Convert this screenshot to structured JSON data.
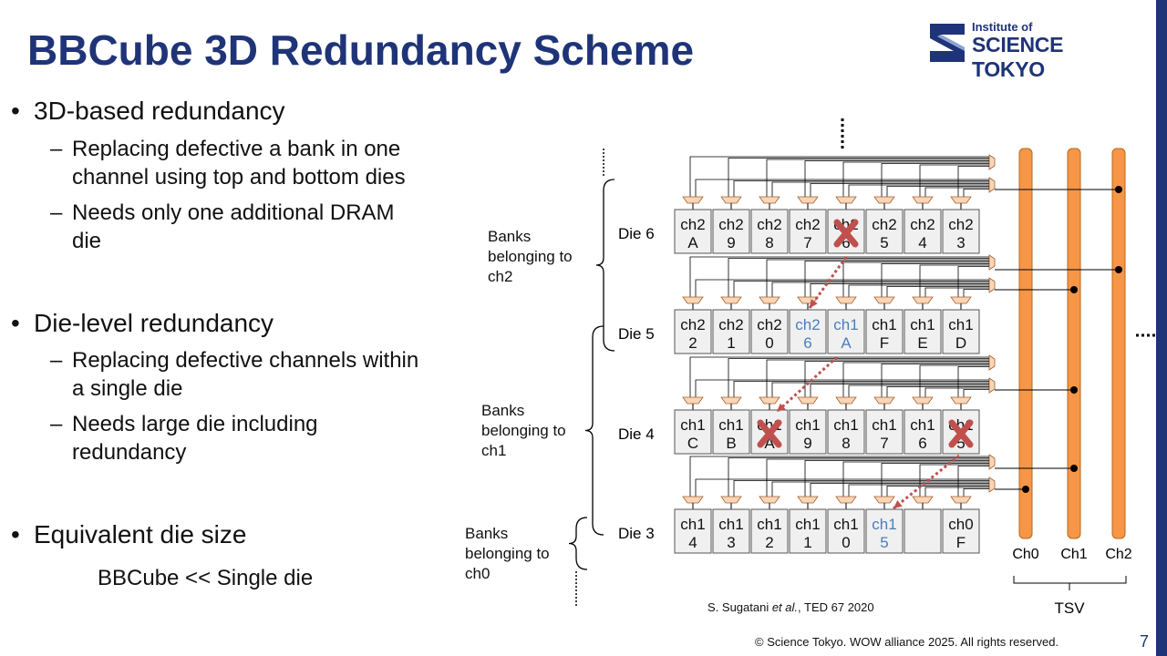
{
  "title": "BBCube 3D Redundancy Scheme",
  "logo": {
    "line1": "Institute of",
    "line2": "SCIENCE TOKYO"
  },
  "bullets": [
    {
      "text": "3D-based redundancy",
      "subs": [
        [
          "Replacing defective a bank in one",
          "channel using top and bottom dies"
        ],
        [
          "Needs only one additional DRAM",
          "die"
        ]
      ]
    },
    {
      "text": "Die-level redundancy",
      "subs": [
        [
          "Replacing defective channels within",
          "a single die"
        ],
        [
          "Needs large die including",
          "redundancy"
        ]
      ]
    },
    {
      "text": "Equivalent die size",
      "note": "BBCube << Single die"
    }
  ],
  "diagram": {
    "dies": [
      {
        "label": "Die 6",
        "banks": [
          [
            "ch2",
            "A"
          ],
          [
            "ch2",
            "9"
          ],
          [
            "ch2",
            "8"
          ],
          [
            "ch2",
            "7"
          ],
          [
            "ch2",
            "6"
          ],
          [
            "ch2",
            "5"
          ],
          [
            "ch2",
            "4"
          ],
          [
            "ch2",
            "3"
          ]
        ]
      },
      {
        "label": "Die 5",
        "banks": [
          [
            "ch2",
            "2"
          ],
          [
            "ch2",
            "1"
          ],
          [
            "ch2",
            "0"
          ],
          [
            "ch2",
            "6"
          ],
          [
            "ch1",
            "A"
          ],
          [
            "ch1",
            "F"
          ],
          [
            "ch1",
            "E"
          ],
          [
            "ch1",
            "D"
          ]
        ]
      },
      {
        "label": "Die 4",
        "banks": [
          [
            "ch1",
            "C"
          ],
          [
            "ch1",
            "B"
          ],
          [
            "ch1",
            "A"
          ],
          [
            "ch1",
            "9"
          ],
          [
            "ch1",
            "8"
          ],
          [
            "ch1",
            "7"
          ],
          [
            "ch1",
            "6"
          ],
          [
            "ch1",
            "5"
          ]
        ]
      },
      {
        "label": "Die 3",
        "banks": [
          [
            "ch1",
            "4"
          ],
          [
            "ch1",
            "3"
          ],
          [
            "ch1",
            "2"
          ],
          [
            "ch1",
            "1"
          ],
          [
            "ch1",
            "0"
          ],
          [
            "ch1",
            "5"
          ],
          [
            "",
            ""
          ],
          [
            "ch0",
            "F"
          ]
        ]
      }
    ],
    "defective": [
      [
        0,
        4
      ],
      [
        2,
        2
      ],
      [
        2,
        7
      ]
    ],
    "replacement": [
      [
        1,
        3
      ],
      [
        1,
        4
      ],
      [
        3,
        5
      ]
    ],
    "groups": [
      [
        "Banks",
        "belonging to",
        "ch2"
      ],
      [
        "Banks",
        "belonging to",
        "ch1"
      ],
      [
        "Banks",
        "belonging to",
        "ch0"
      ]
    ],
    "tsv": [
      "Ch0",
      "Ch1",
      "Ch2"
    ],
    "tsv_label": "TSV",
    "colors": {
      "bank": "#f0f0f0",
      "repl": "#4a7ebb",
      "defect": "#c0504d",
      "tsv": "#f79646",
      "mux": "#fbd5b5"
    }
  },
  "citation": {
    "authors": "S. Sugatani ",
    "etal": "et al.",
    "rest": ", TED 67 2020"
  },
  "copyright": "© Science Tokyo. WOW alliance 2025. All rights reserved.",
  "page": "7"
}
